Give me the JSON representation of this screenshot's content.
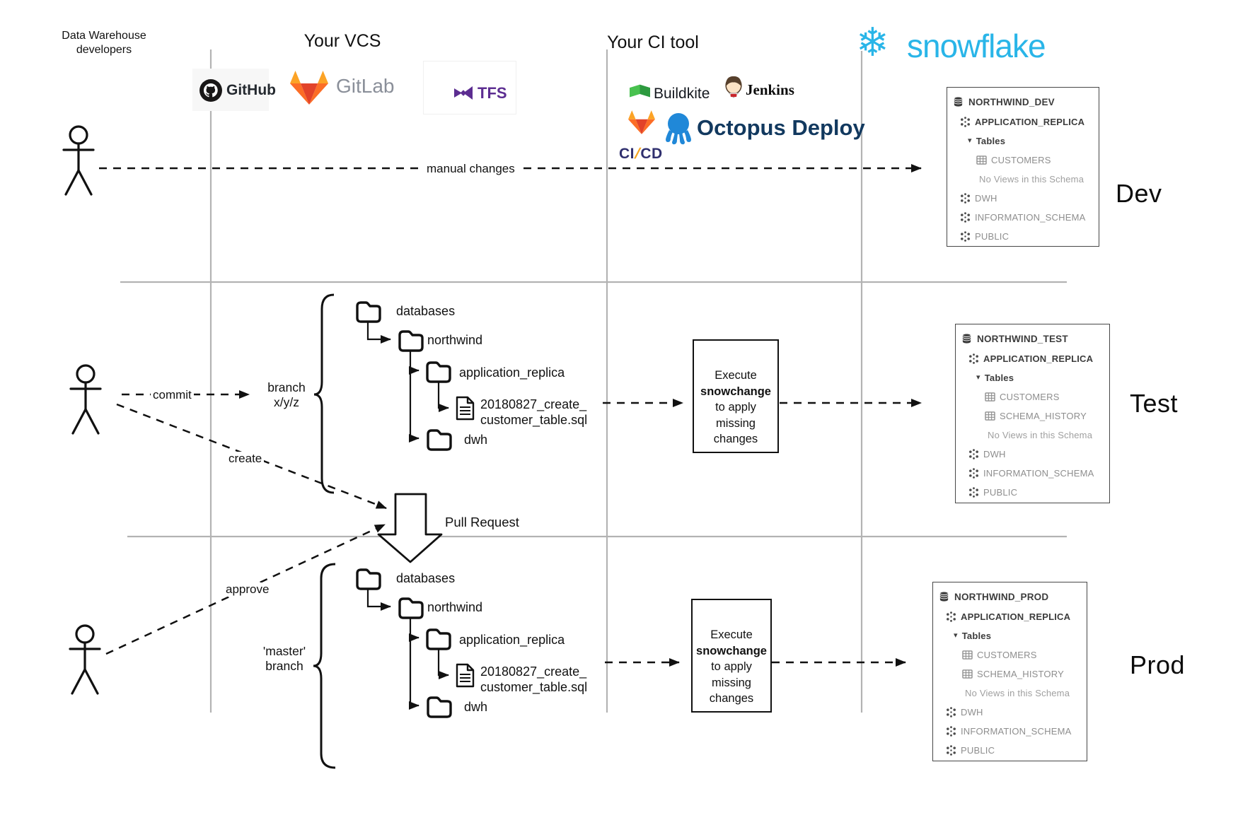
{
  "header": {
    "developers_line1": "Data Warehouse",
    "developers_line2": "developers",
    "vcs_title": "Your VCS",
    "ci_title": "Your CI tool"
  },
  "logos": {
    "github": "GitHub",
    "gitlab": "GitLab",
    "tfs": "TFS",
    "buildkite": "Buildkite",
    "jenkins": "Jenkins",
    "cicd_left": "CI",
    "cicd_slash": "/",
    "cicd_right": "CD",
    "octopus": "Octopus Deploy",
    "snowflake_wordmark": "snowflake",
    "snowflake_glyph": "❄"
  },
  "flows": {
    "manual_changes": "manual changes",
    "commit": "commit",
    "create": "create",
    "approve": "approve",
    "branch_line1": "branch",
    "branch_line2": "x/y/z",
    "master_line1": "'master'",
    "master_line2": "branch",
    "pull_request": "Pull Request"
  },
  "execute_box": {
    "line1": "Execute",
    "line2": "snowchange",
    "line3": "to apply",
    "line4": "missing",
    "line5": "changes"
  },
  "tree": {
    "databases": "databases",
    "northwind": "northwind",
    "application_replica": "application_replica",
    "sql_file_line1": "20180827_create_",
    "sql_file_line2": "customer_table.sql",
    "dwh": "dwh"
  },
  "environments": {
    "dev": "Dev",
    "test": "Test",
    "prod": "Prod"
  },
  "panels": {
    "dev": {
      "title": "NORTHWIND_DEV",
      "rows": [
        {
          "icon": "schema",
          "label": "APPLICATION_REPLICA",
          "style": "dark"
        },
        {
          "icon": "caret",
          "label": "Tables",
          "style": "dark"
        },
        {
          "icon": "table",
          "label": "CUSTOMERS",
          "style": "gray"
        },
        {
          "icon": "none",
          "label": "No Views in this Schema",
          "style": "muted"
        },
        {
          "icon": "schema",
          "label": "DWH",
          "style": "gray"
        },
        {
          "icon": "schema",
          "label": "INFORMATION_SCHEMA",
          "style": "gray"
        },
        {
          "icon": "schema",
          "label": "PUBLIC",
          "style": "gray"
        }
      ]
    },
    "test": {
      "title": "NORTHWIND_TEST",
      "rows": [
        {
          "icon": "schema",
          "label": "APPLICATION_REPLICA",
          "style": "dark"
        },
        {
          "icon": "caret",
          "label": "Tables",
          "style": "dark"
        },
        {
          "icon": "table",
          "label": "CUSTOMERS",
          "style": "gray"
        },
        {
          "icon": "table",
          "label": "SCHEMA_HISTORY",
          "style": "gray"
        },
        {
          "icon": "none",
          "label": "No Views in this Schema",
          "style": "muted"
        },
        {
          "icon": "schema",
          "label": "DWH",
          "style": "gray"
        },
        {
          "icon": "schema",
          "label": "INFORMATION_SCHEMA",
          "style": "gray"
        },
        {
          "icon": "schema",
          "label": "PUBLIC",
          "style": "gray"
        }
      ]
    },
    "prod": {
      "title": "NORTHWIND_PROD",
      "rows": [
        {
          "icon": "schema",
          "label": "APPLICATION_REPLICA",
          "style": "dark"
        },
        {
          "icon": "caret",
          "label": "Tables",
          "style": "dark"
        },
        {
          "icon": "table",
          "label": "CUSTOMERS",
          "style": "gray"
        },
        {
          "icon": "table",
          "label": "SCHEMA_HISTORY",
          "style": "gray"
        },
        {
          "icon": "none",
          "label": "No Views in this Schema",
          "style": "muted"
        },
        {
          "icon": "schema",
          "label": "DWH",
          "style": "gray"
        },
        {
          "icon": "schema",
          "label": "INFORMATION_SCHEMA",
          "style": "gray"
        },
        {
          "icon": "schema",
          "label": "PUBLIC",
          "style": "gray"
        }
      ]
    }
  },
  "colors": {
    "snowflake_blue": "#29b5e8",
    "divider_gray": "#b3b3b3",
    "gitlab_red": "#e24329",
    "gitlab_orange": "#fc6d26",
    "gitlab_yellow": "#fca326",
    "tfs_purple": "#5c2d91",
    "buildkite_green": "#3ebd5d",
    "octopus_blue": "#2088d8",
    "octopus_navy": "#12395f",
    "cicd_navy": "#2f2f6e",
    "line_black": "#111111"
  }
}
